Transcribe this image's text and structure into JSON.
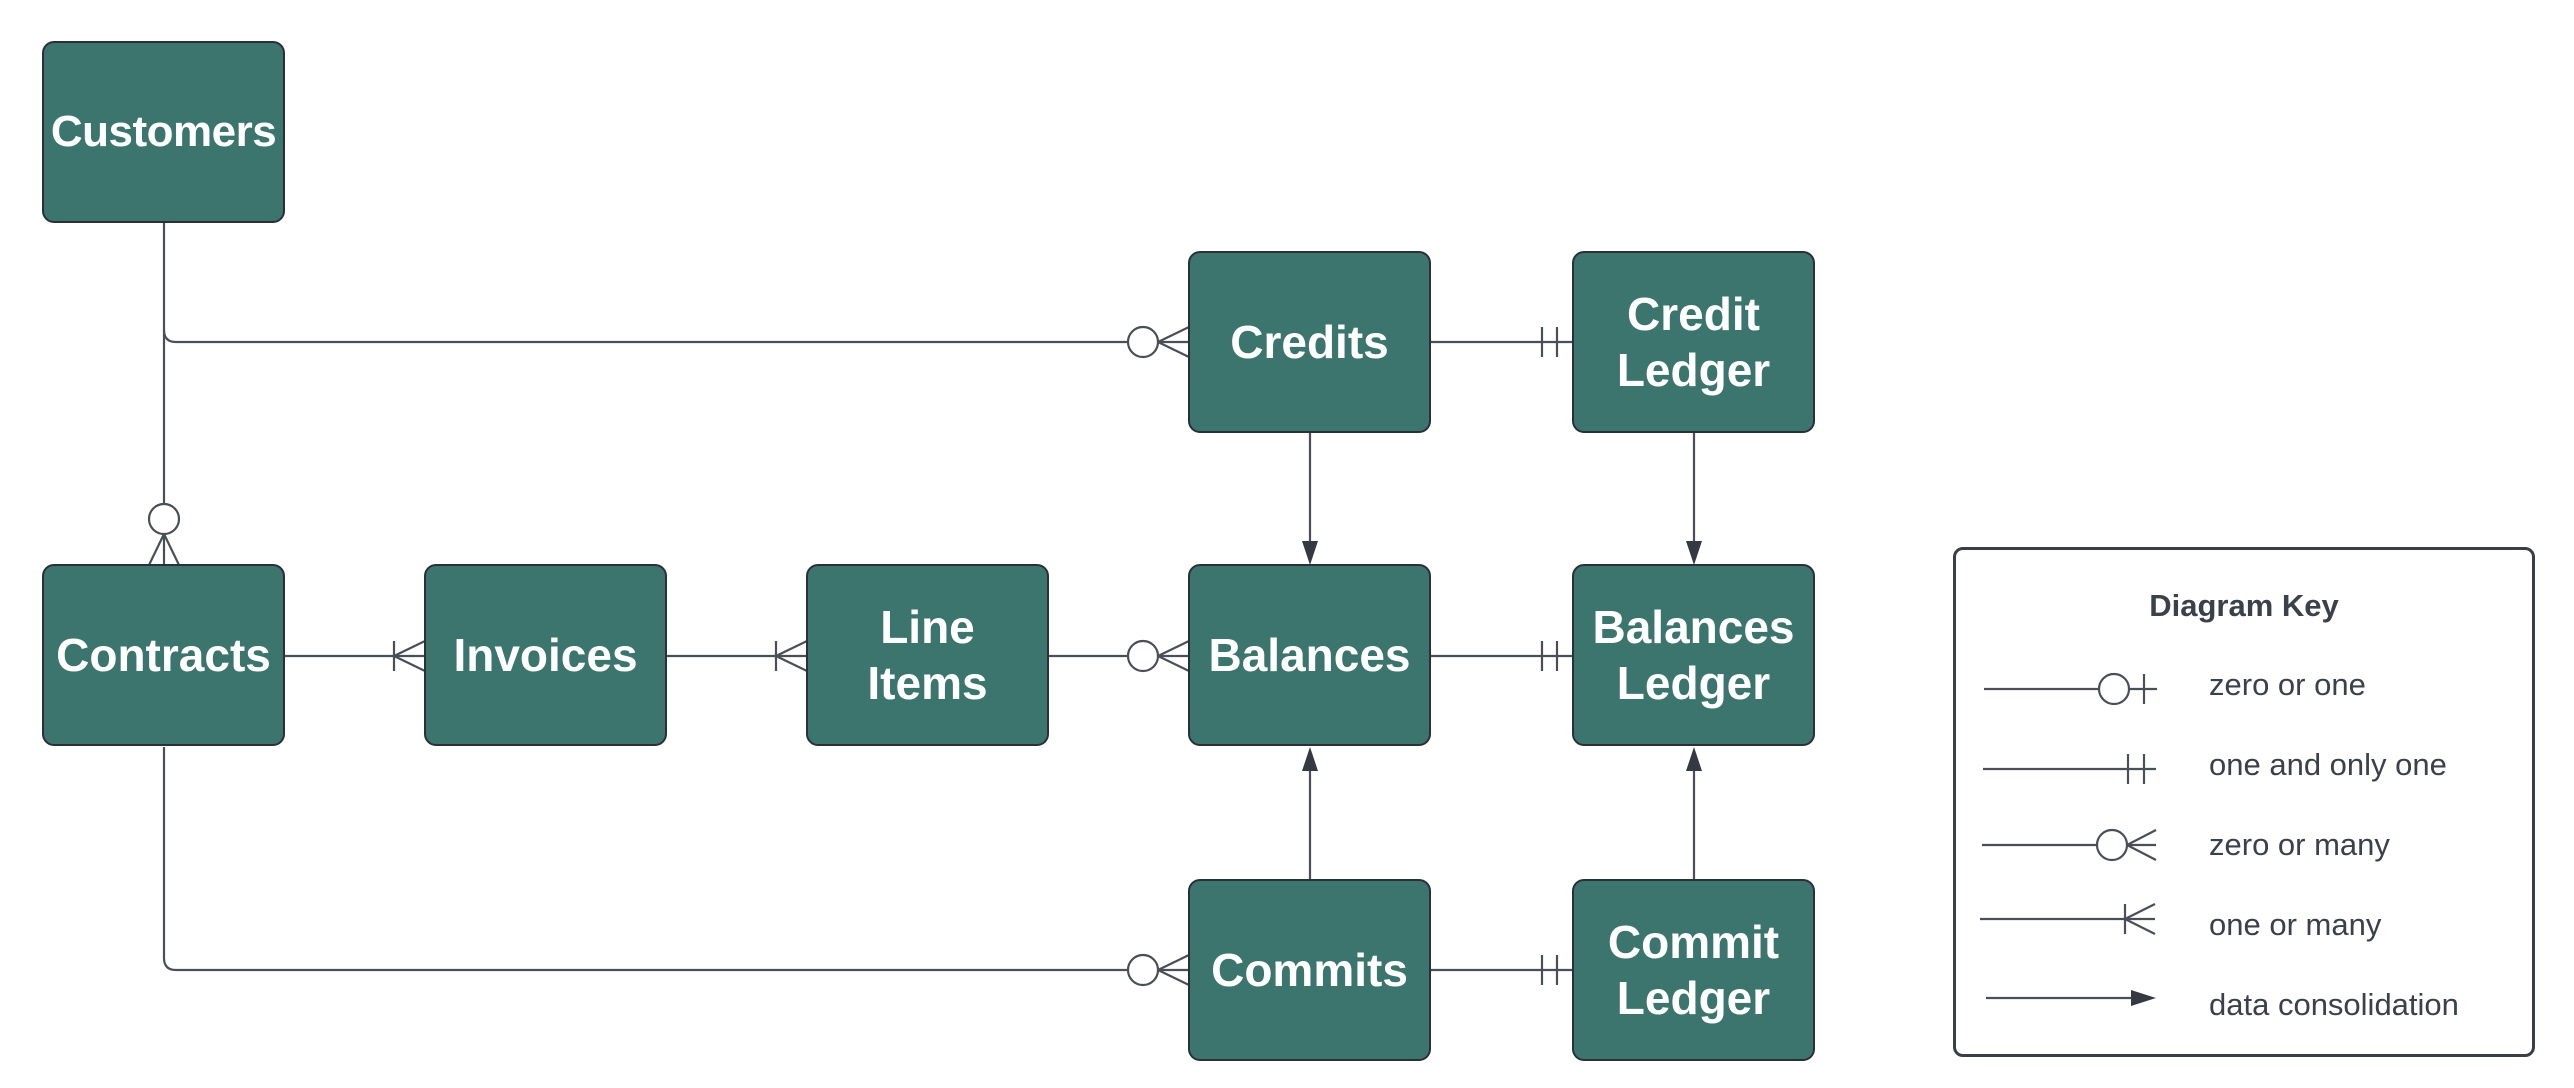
{
  "diagram": {
    "colors": {
      "entity_fill": "#3b756d",
      "entity_border": "#2b3036",
      "entity_text": "#ffffff",
      "connector": "#4a4f57",
      "arrow": "#353a42",
      "key_text": "#3a414a"
    },
    "entities": {
      "customers": "Customers",
      "contracts": "Contracts",
      "invoices": "Invoices",
      "line_items": "Line\nItems",
      "balances": "Balances",
      "balances_ledger": "Balances\nLedger",
      "credits": "Credits",
      "credit_ledger": "Credit\nLedger",
      "commits": "Commits",
      "commit_ledger": "Commit\nLedger"
    },
    "relationships": [
      {
        "from": "Customers",
        "to": "Contracts",
        "end_notation": "zero or many"
      },
      {
        "from": "Customers",
        "to": "Credits",
        "end_notation": "zero or many"
      },
      {
        "from": "Contracts",
        "to": "Invoices",
        "end_notation": "one or many"
      },
      {
        "from": "Invoices",
        "to": "Line Items",
        "end_notation": "one or many"
      },
      {
        "from": "Line Items",
        "to": "Balances",
        "end_notation": "zero or many"
      },
      {
        "from": "Contracts",
        "to": "Commits",
        "end_notation": "zero or many"
      },
      {
        "from": "Credits",
        "to": "Credit Ledger",
        "end_notation": "one and only one"
      },
      {
        "from": "Balances",
        "to": "Balances Ledger",
        "end_notation": "one and only one"
      },
      {
        "from": "Commits",
        "to": "Commit Ledger",
        "end_notation": "one and only one"
      },
      {
        "from": "Credits",
        "to": "Balances",
        "end_notation": "data consolidation"
      },
      {
        "from": "Commits",
        "to": "Balances",
        "end_notation": "data consolidation"
      },
      {
        "from": "Credit Ledger",
        "to": "Balances Ledger",
        "end_notation": "data consolidation"
      },
      {
        "from": "Commit Ledger",
        "to": "Balances Ledger",
        "end_notation": "data consolidation"
      }
    ]
  },
  "key": {
    "title": "Diagram Key",
    "items": [
      {
        "label": "zero or one",
        "symbol": "zero-or-one"
      },
      {
        "label": "one and only one",
        "symbol": "one-and-only-one"
      },
      {
        "label": "zero or many",
        "symbol": "zero-or-many"
      },
      {
        "label": "one or many",
        "symbol": "one-or-many"
      },
      {
        "label": "data consolidation",
        "symbol": "arrow"
      }
    ]
  }
}
